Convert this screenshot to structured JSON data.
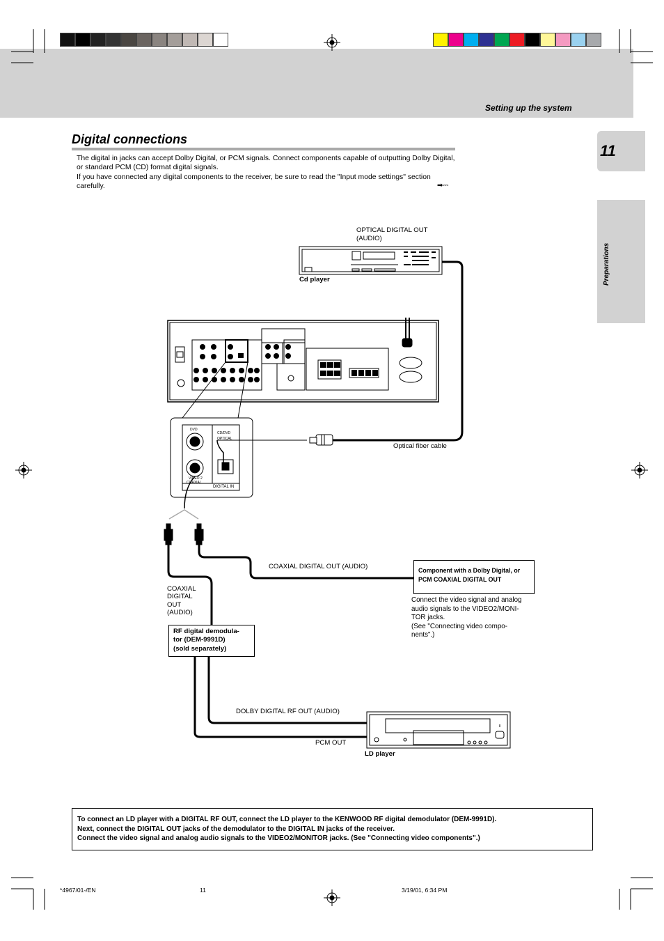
{
  "header": {
    "section_title": "Setting up the system",
    "page_number": "11",
    "side_tab": "Preparations",
    "grayscale_swatches": [
      "#111111",
      "#000000",
      "#222222",
      "#333333",
      "#4a4642",
      "#6a6460",
      "#8a8480",
      "#a49e9a",
      "#c0b8b4",
      "#dcd6d2",
      "#ffffff"
    ],
    "color_swatches": [
      "#fff200",
      "#ec008c",
      "#00aeef",
      "#2e3192",
      "#00a651",
      "#ed1c24",
      "#000000",
      "#fff799",
      "#f49ac1",
      "#9ad2f0",
      "#a7a9ac"
    ]
  },
  "heading": "Digital connections",
  "intro": {
    "p1": "The digital in jacks can accept Dolby Digital, or PCM signals. Connect components capable of outputting Dolby Digital, or standard PCM (CD) format digital signals.",
    "p2": "If you have connected any digital components to the receiver, be sure to read the \"Input mode settings\" section carefully.",
    "ref": "➡⎓"
  },
  "diagram": {
    "optical_out_label_1": "OPTICAL DIGITAL OUT",
    "optical_out_label_2": "(AUDIO)",
    "cd_player": "Cd player",
    "optical_cable": "Optical fiber cable",
    "inset_dvd": "DVD",
    "inset_cddvd": "CD/DVD",
    "inset_optical": "OPTICAL",
    "inset_video2": "VIDEO 2",
    "inset_coaxial": "COAXIAL",
    "inset_digital_in": "DIGITAL IN",
    "coax_out_label": "COAXIAL DIGITAL OUT (AUDIO)",
    "component_box_1": "Component with a Dolby Digital, or",
    "component_box_2": "PCM COAXIAL DIGITAL OUT",
    "connect_note_1": "Connect the video signal and analog",
    "connect_note_2": "audio signals to the VIDEO2/MONI-",
    "connect_note_3": "TOR jacks.",
    "connect_note_4": "(See \"Connecting video compo-",
    "connect_note_5": "nents\".)",
    "coax_left_1": "COAXIAL",
    "coax_left_2": "DIGITAL",
    "coax_left_3": "OUT",
    "coax_left_4": "(AUDIO)",
    "rf_box_1": "RF digital demodula-",
    "rf_box_2": "tor (DEM-9991D)",
    "rf_box_3": "(sold separately)",
    "dolby_rf_label": "DOLBY DIGITAL RF OUT (AUDIO)",
    "pcm_out_label": "PCM OUT",
    "ld_player": "LD player"
  },
  "bottom_note": {
    "line1": "To connect an LD player with a DIGITAL RF OUT, connect the LD player to the KENWOOD RF digital demodulator (DEM-9991D).",
    "line2": "Next, connect the DIGITAL OUT jacks of the demodulator to the DIGITAL IN jacks of the receiver.",
    "line3": "Connect the video signal and analog audio signals to the VIDEO2/MONITOR jacks. (See \"Connecting video components\".)"
  },
  "footer": {
    "left": "*4967/01-/EN",
    "center": "11",
    "right": "3/19/01, 6:34 PM"
  }
}
